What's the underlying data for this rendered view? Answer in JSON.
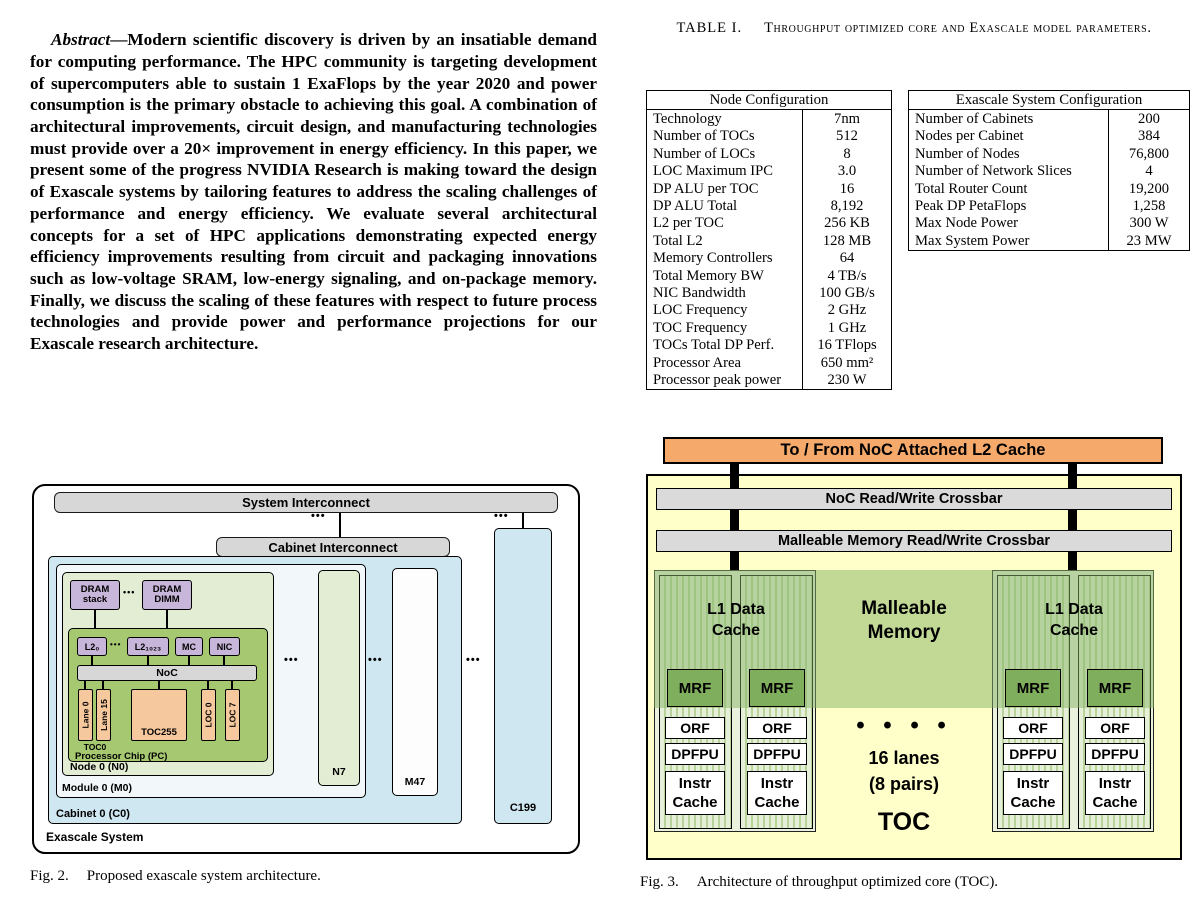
{
  "abstract": {
    "label": "Abstract",
    "text": "—Modern scientific discovery is driven by an insatiable demand for computing performance. The HPC community is targeting development of supercomputers able to sustain 1 ExaFlops by the year 2020 and power consumption is the primary obstacle to achieving this goal. A combination of architectural improvements, circuit design, and manufacturing technologies must provide over a 20× improvement in energy efficiency. In this paper, we present some of the progress NVIDIA Research is making toward the design of Exascale systems by tailoring features to address the scaling challenges of performance and energy efficiency. We evaluate several architectural concepts for a set of HPC applications demonstrating expected energy efficiency improvements resulting from circuit and packaging innovations such as low-voltage SRAM, low-energy signaling, and on-package memory. Finally, we discuss the scaling of these features with respect to future process technologies and provide power and performance projections for our Exascale research architecture."
  },
  "table1": {
    "label": "TABLE I.",
    "title": "Throughput optimized core and Exascale model parameters.",
    "node": {
      "header": "Node Configuration",
      "rows": [
        {
          "k": "Technology",
          "v": "7nm"
        },
        {
          "k": "Number of TOCs",
          "v": "512"
        },
        {
          "k": "Number of LOCs",
          "v": "8"
        },
        {
          "k": "LOC Maximum IPC",
          "v": "3.0"
        },
        {
          "k": "DP ALU per TOC",
          "v": "16"
        },
        {
          "k": "DP ALU Total",
          "v": "8,192"
        },
        {
          "k": "L2 per TOC",
          "v": "256 KB"
        },
        {
          "k": "Total L2",
          "v": "128 MB"
        },
        {
          "k": "Memory Controllers",
          "v": "64"
        },
        {
          "k": "Total Memory BW",
          "v": "4 TB/s"
        },
        {
          "k": "NIC Bandwidth",
          "v": "100 GB/s"
        },
        {
          "k": "LOC Frequency",
          "v": "2 GHz"
        },
        {
          "k": "TOC Frequency",
          "v": "1 GHz"
        },
        {
          "k": "TOCs Total DP Perf.",
          "v": "16 TFlops"
        },
        {
          "k": "Processor Area",
          "v": "650 mm²"
        },
        {
          "k": "Processor peak power",
          "v": "230 W"
        }
      ]
    },
    "exa": {
      "header": "Exascale System Configuration",
      "rows": [
        {
          "k": "Number of Cabinets",
          "v": "200"
        },
        {
          "k": "Nodes per Cabinet",
          "v": "384"
        },
        {
          "k": "Number of Nodes",
          "v": "76,800"
        },
        {
          "k": "Number of Network Slices",
          "v": "4"
        },
        {
          "k": "Total Router Count",
          "v": "19,200"
        },
        {
          "k": "Peak DP PetaFlops",
          "v": "1,258"
        },
        {
          "k": "Max Node Power",
          "v": "300 W"
        },
        {
          "k": "Max System Power",
          "v": "23 MW"
        }
      ]
    }
  },
  "fig2": {
    "caption_label": "Fig. 2.",
    "caption_text": "Proposed exascale system architecture.",
    "sys_int": "System Interconnect",
    "cab_int": "Cabinet Interconnect",
    "dram_stack": "DRAM stack",
    "dram_dimm": "DRAM DIMM",
    "dots": "•••",
    "l2_first": "L2₀",
    "l2_last": "L2₁₀₂₃",
    "mc": "MC",
    "nic": "NIC",
    "noc": "NoC",
    "lane0": "Lane 0",
    "lane15": "Lane 15",
    "toc0": "TOC0",
    "toc255": "TOC255",
    "loc0": "LOC 0",
    "loc7": "LOC 7",
    "pc_label": "Processor Chip (PC)",
    "node0": "Node 0 (N0)",
    "n7": "N7",
    "module0": "Module 0 (M0)",
    "m47": "M47",
    "cabinet0": "Cabinet 0 (C0)",
    "c199": "C199",
    "system": "Exascale System"
  },
  "fig3": {
    "caption_label": "Fig. 3.",
    "caption_text": "Architecture of throughput optimized core (TOC).",
    "top_bar": "To / From NoC Attached L2 Cache",
    "noc_crossbar": "NoC Read/Write Crossbar",
    "mm_crossbar": "Malleable Memory Read/Write Crossbar",
    "l1": "L1 Data Cache",
    "mrf": "MRF",
    "orf": "ORF",
    "dpfpu": "DPFPU",
    "instr": "Instr Cache",
    "malleable": "Malleable Memory",
    "dots": "• • • •",
    "lanes_line1": "16 lanes",
    "lanes_line2": "(8 pairs)",
    "toc": "TOC"
  },
  "colors": {
    "cabinet_blue": "#cfe7f1",
    "node_green": "#e3edd3",
    "chip_green": "#a5c871",
    "memory_purple": "#c8b6da",
    "core_orange": "#f6c89e",
    "crossbar_gray": "#d7d7d7",
    "fig3_header_orange": "#f5a96b",
    "fig3_body_yellow": "#ffffc9",
    "fig3_malleable_green": "#86b464",
    "fig3_mrf_green": "#7fae5d"
  }
}
